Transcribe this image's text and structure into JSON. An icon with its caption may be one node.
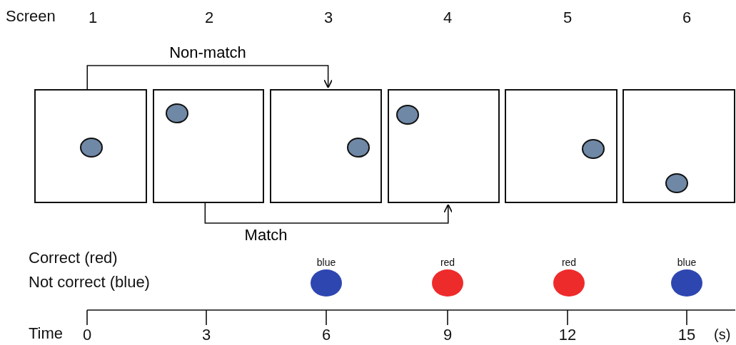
{
  "diagram": {
    "nodes": [
      {
        "text": [],
        "shape": "box"
      },
      {
        "text": [],
        "shape": "box"
      },
      {
        "text": [],
        "shape": "box"
      },
      {
        "text": [],
        "shape": "box"
      },
      {
        "text": [],
        "shape": "box"
      },
      {
        "text": [],
        "shape": "box"
      }
    ],
    "edges": [
      {
        "from": 0,
        "to": 2,
        "arrow": "to",
        "label": "Non-match"
      },
      {
        "from": 1,
        "to": 3,
        "arrow": "to",
        "label": "Match"
      }
    ],
    "labels": [
      "Screen",
      "1",
      "2",
      "3",
      "4",
      "5",
      "6",
      "Correct (red)",
      "Not correct (blue)",
      "blue",
      "red",
      "red",
      "blue",
      "Time",
      "0",
      "3",
      "6",
      "9",
      "12",
      "15",
      "(s)"
    ]
  }
}
